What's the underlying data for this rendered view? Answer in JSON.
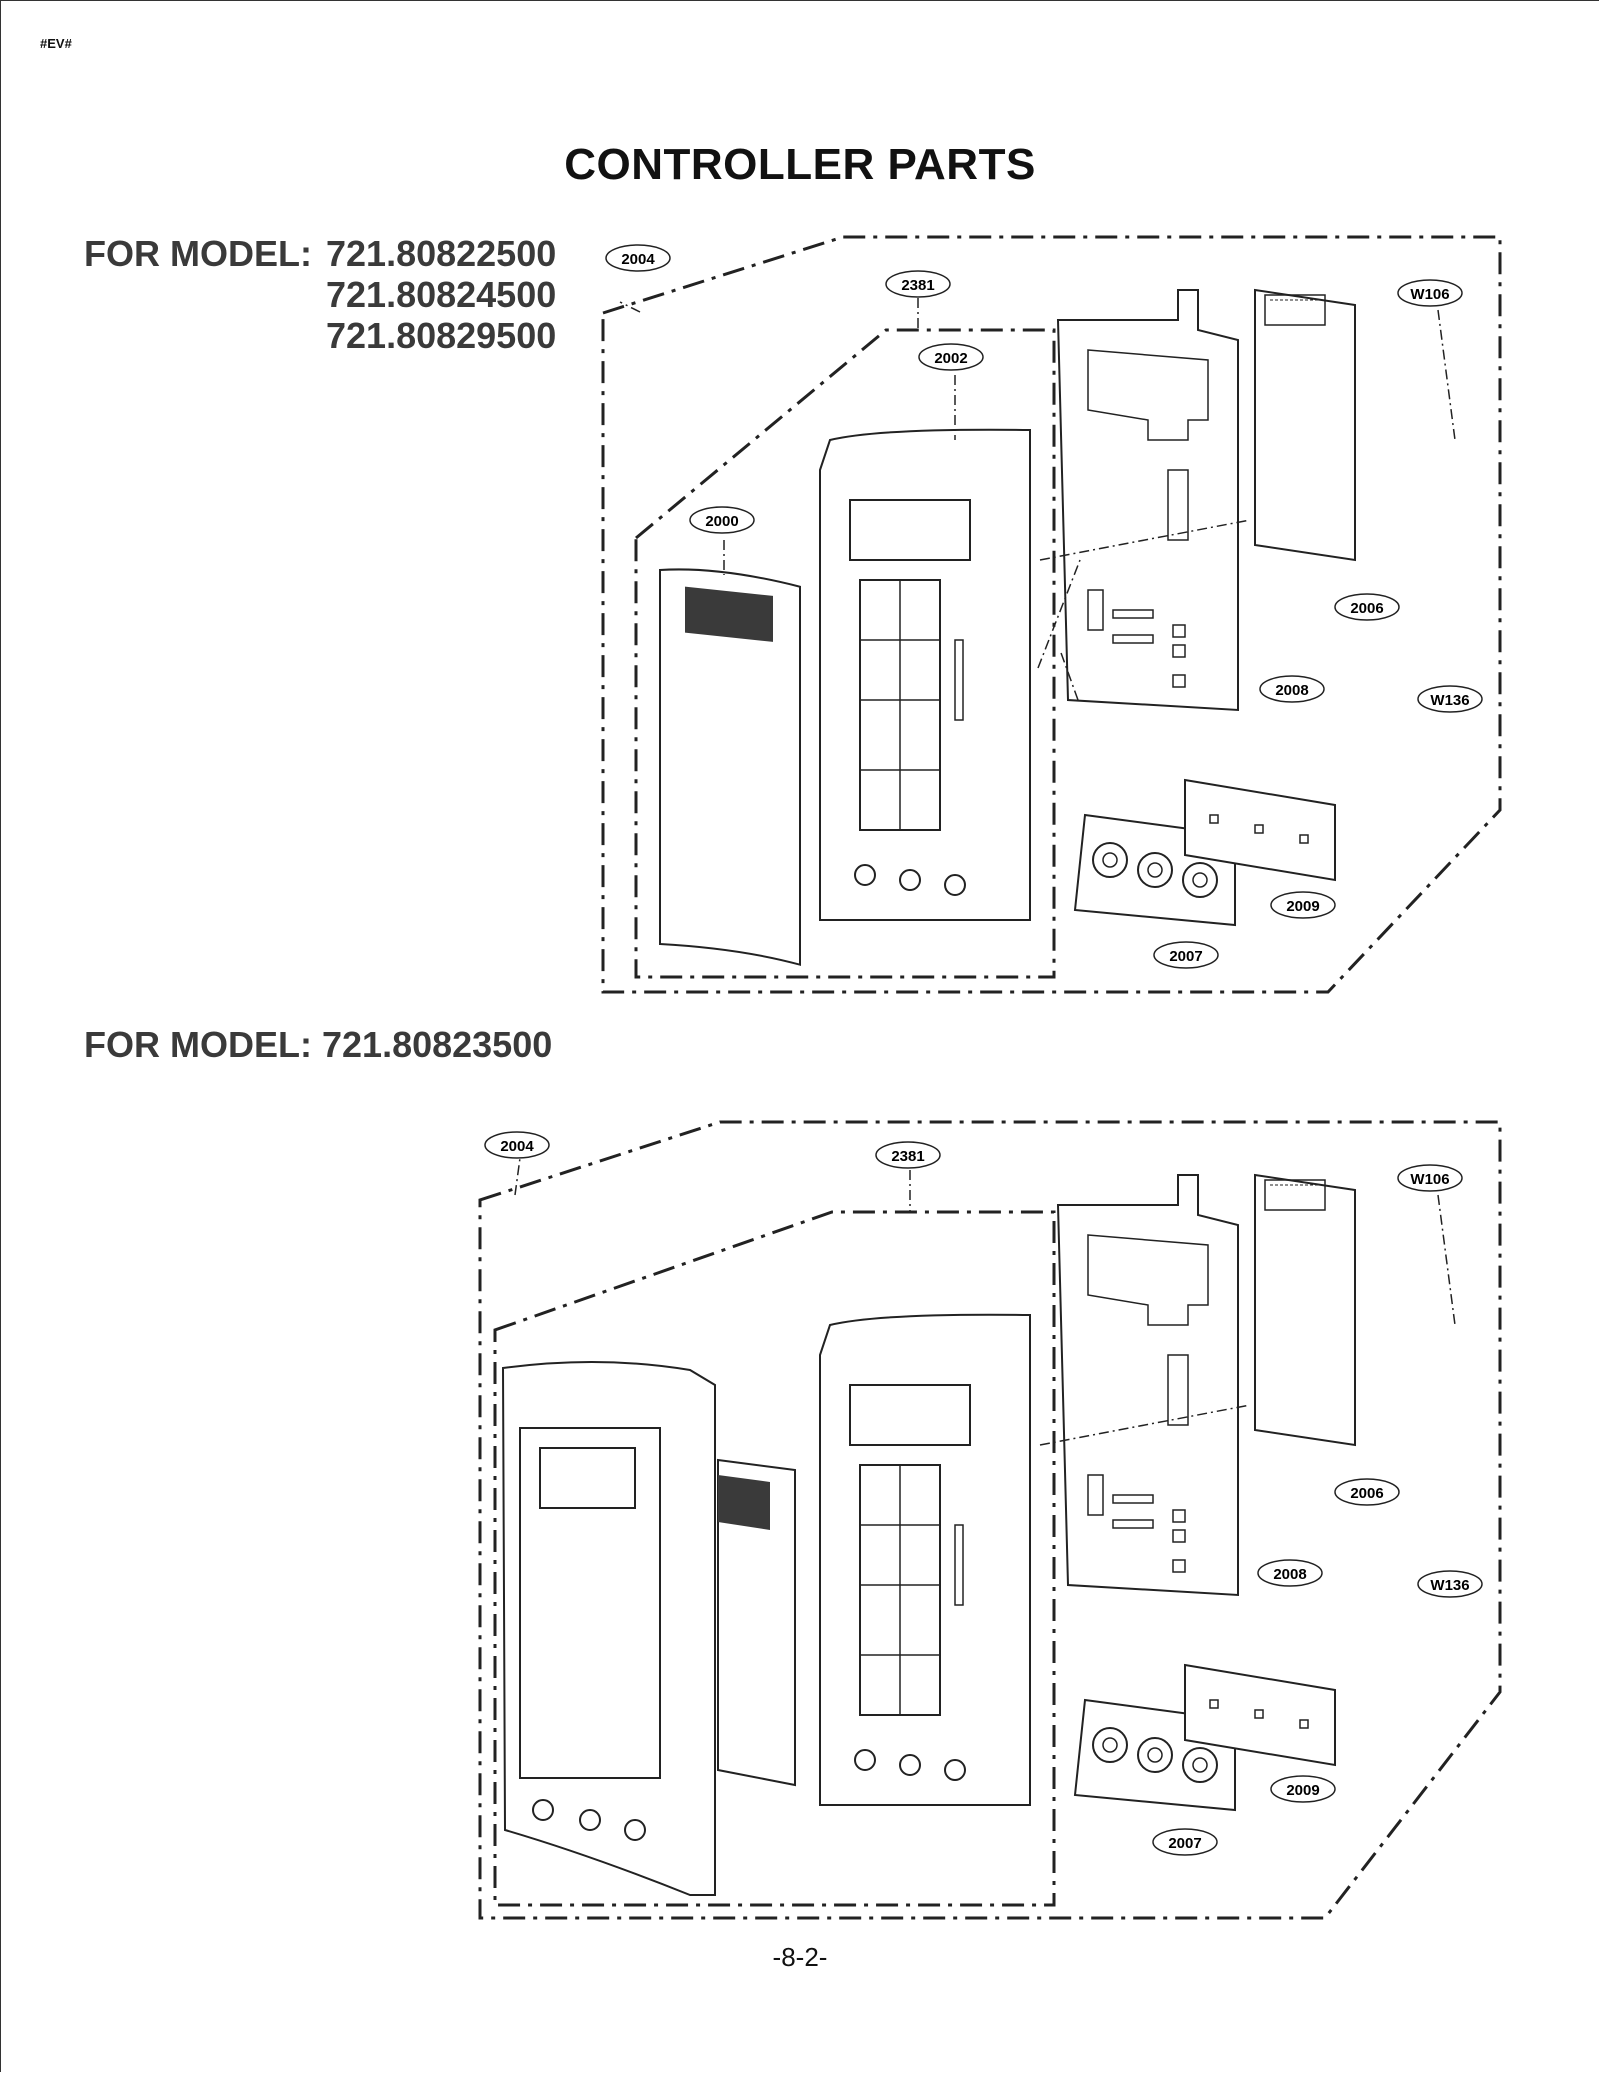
{
  "page": {
    "code": "#EV#",
    "title": "CONTROLLER PARTS",
    "page_number": "-8-2-"
  },
  "section1": {
    "label": "FOR MODEL:",
    "models": [
      "721.80822500",
      "721.80824500",
      "721.80829500"
    ],
    "callouts": [
      "2004",
      "2381",
      "2002",
      "2000",
      "W106",
      "2006",
      "2008",
      "W136",
      "2009",
      "2007"
    ]
  },
  "section2": {
    "label": "FOR MODEL:",
    "models": [
      "721.80823500"
    ],
    "callouts": [
      "2004",
      "2381",
      "W106",
      "2006",
      "2008",
      "W136",
      "2009",
      "2007"
    ]
  }
}
